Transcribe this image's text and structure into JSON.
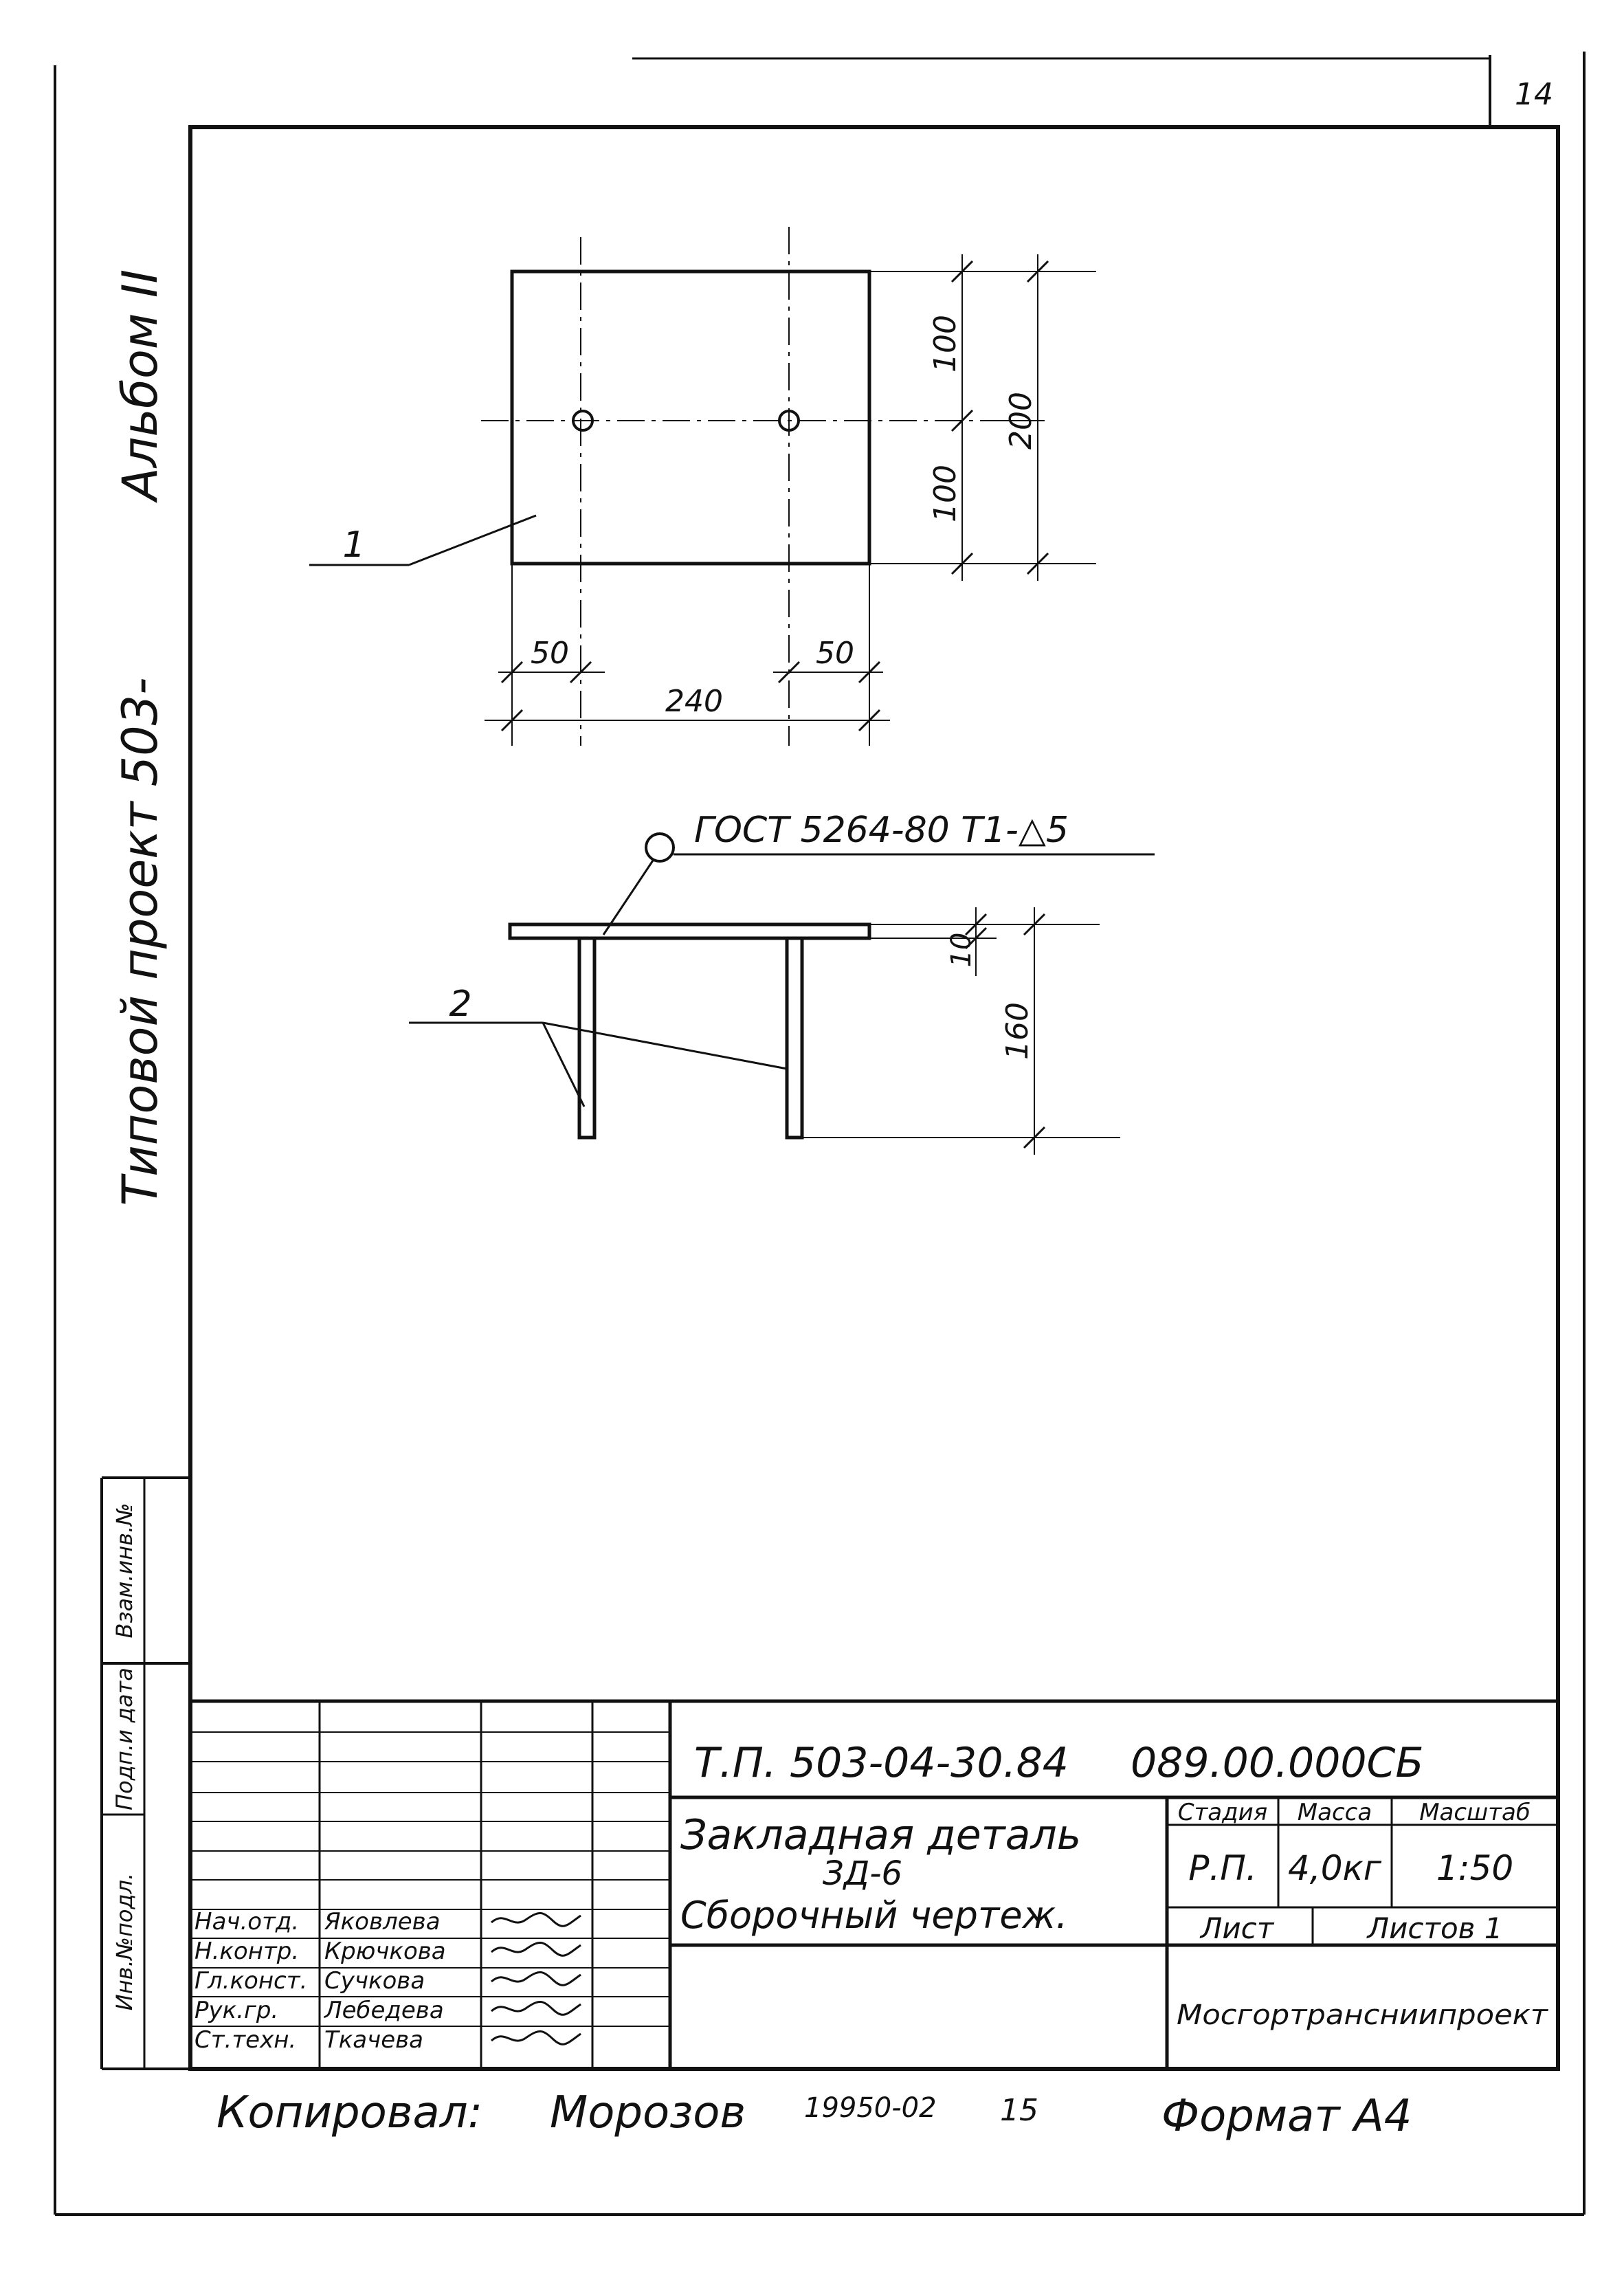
{
  "sheet_number": "14",
  "side_labels": {
    "album": "Альбом II",
    "project": "Типовой проект 503-"
  },
  "side_cells": {
    "inv_orig": "Инв.№подл.",
    "sign_date": "Подп.и дата",
    "replace_inv": "Взам.инв.№"
  },
  "dimensions": {
    "d100_top": "100",
    "d100_bottom": "100",
    "d200": "200",
    "d50_left": "50",
    "d50_right": "50",
    "d240": "240",
    "d10": "10",
    "d160": "160"
  },
  "leaders": {
    "pos1": "1",
    "pos2": "2",
    "weld_note": "ГОСТ 5264-80 Т1-△5"
  },
  "title_block": {
    "doc_code": "Т.П. 503-04-30.84",
    "drawing_code": "089.00.000СБ",
    "title_line1": "Закладная деталь",
    "title_line2": "ЗД-6",
    "title_line3": "Сборочный чертеж.",
    "stage_header": "Стадия",
    "mass_header": "Масса",
    "scale_header": "Масштаб",
    "stage": "Р.П.",
    "mass": "4,0кг",
    "scale": "1:50",
    "sheet_label": "Лист",
    "sheets_label": "Листов 1",
    "organization": "Мосгортрансниипроект",
    "roles": [
      {
        "role": "Нач.отд.",
        "name": "Яковлева"
      },
      {
        "role": "Н.контр.",
        "name": "Крючкова"
      },
      {
        "role": "Гл.конст.",
        "name": "Сучкова"
      },
      {
        "role": "Рук.гр.",
        "name": "Лебедева"
      },
      {
        "role": "Ст.техн.",
        "name": "Ткачева"
      }
    ]
  },
  "footer": {
    "copied_label": "Копировал:",
    "copied_name": "Морозов",
    "order_no": "19950-02",
    "page_no": "15",
    "format": "Формат А4"
  }
}
